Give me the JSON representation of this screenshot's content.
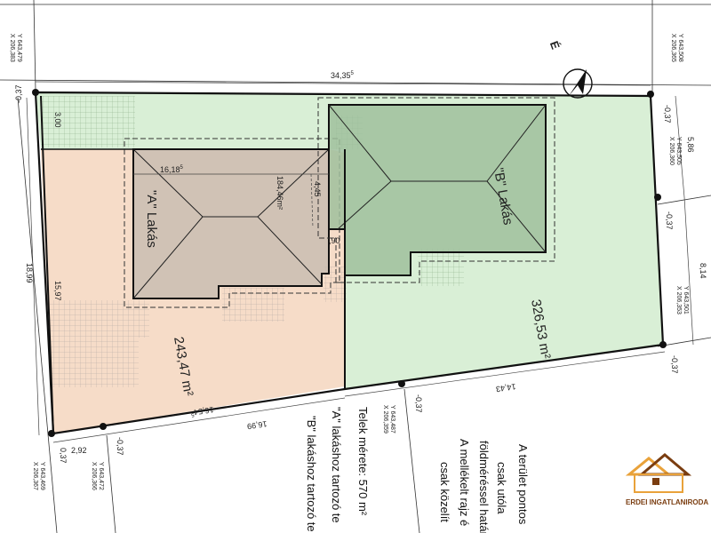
{
  "plot": {
    "top_length": "34,35",
    "top_length_sup": "5",
    "left_height": "18,99",
    "inner_width_a": "16,18",
    "inner_width_a_sup": "5",
    "inner_height_a": "15,97",
    "strip_width": "3,00",
    "right_upper": "5,86",
    "right_lower": "8,14",
    "bottom_right": "14,43",
    "bottom_mid": "16,54",
    "bottom_mid_sup": "5",
    "bottom_left_seg": "16,99",
    "bottom_small_seg": "2,92",
    "house_depth": "4,45",
    "house_gap": "90",
    "house_gap_pre": ",",
    "offsets": [
      "-0,37",
      "-0,37",
      "-0,37",
      "-0,37",
      "-0,37",
      "-0,37",
      "0,37"
    ]
  },
  "units": {
    "a_area_label": "184,46",
    "a_area_unit": "m²",
    "b_area": "326,53 m²",
    "a_total": "243,47 m²",
    "a_name": "\"A\" Lakás",
    "b_name": "\"B\" Lakás"
  },
  "north": {
    "label": "É"
  },
  "coordinates": [
    {
      "y": "Y 643,479",
      "x": "X 206,383"
    },
    {
      "y": "Y 643,508",
      "x": "X 206,365"
    },
    {
      "y": "Y 643,505",
      "x": "X 206,360"
    },
    {
      "y": "Y 643,501",
      "x": "X 206,353"
    },
    {
      "y": "Y 643,487",
      "x": "X 206,359"
    },
    {
      "y": "Y 643,472",
      "x": "X 206,366"
    },
    {
      "y": "Y 643,469",
      "x": "X 206,367"
    }
  ],
  "notes": {
    "left_col": [
      "Telek mérete: 570 m²",
      "\"A\" lakáshoz tartozó te",
      "\"B\" lakáshoz tartozó te"
    ],
    "right_col": [
      "A terület pontos",
      "csak utóla",
      "földméréssel határ",
      "A mellékelt rajz é",
      "csak közelít"
    ]
  },
  "logo": {
    "text": "ERDEI INGATLANIRODA"
  },
  "colors": {
    "a_fill": "#f6dcc8",
    "b_fill": "#d9efd6",
    "house_fill": "#c7bcb0",
    "house_b_fill": "#9fbf9c",
    "boundary": "#111111",
    "logo_orange": "#e9a23a",
    "logo_brown": "#7a3d10"
  }
}
